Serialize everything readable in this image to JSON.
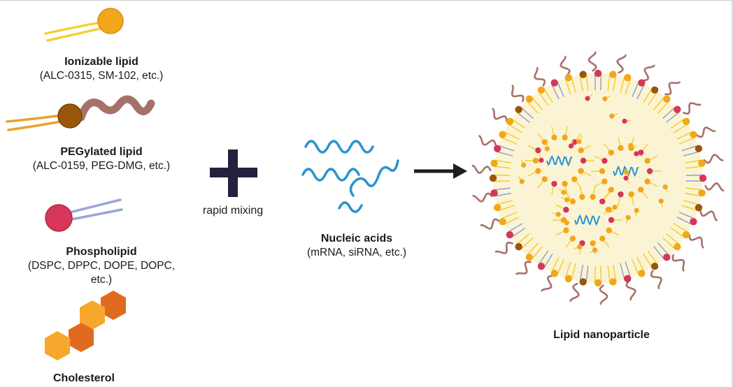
{
  "components": [
    {
      "name": "Ionizable lipid",
      "examples": "(ALC-0315, SM-102, etc.)"
    },
    {
      "name": "PEGylated lipid",
      "examples": "(ALC-0159, PEG-DMG, etc.)"
    },
    {
      "name": "Phospholipid",
      "examples_line1": "(DSPC, DPPC, DOPE, DOPC,",
      "examples_line2": "etc.)"
    },
    {
      "name": "Cholesterol"
    }
  ],
  "mixing_label": "rapid mixing",
  "nucleic": {
    "name": "Nucleic acids",
    "examples": "(mRNA, siRNA, etc.)"
  },
  "product": {
    "name": "Lipid nanoparticle"
  },
  "colors": {
    "ionizable_head": "#f2a71b",
    "ionizable_tail": "#f5cf3a",
    "peg_head": "#9a560c",
    "peg_chain": "#a5726a",
    "phospho_head": "#d6365a",
    "phospho_tail": "#9aa6d4",
    "cholesterol_light": "#f7a72b",
    "cholesterol_dark": "#e06b20",
    "rna": "#2a93cf",
    "plus": "#23213d",
    "arrow": "#1e1e1e",
    "core": "#fbf4d4"
  }
}
